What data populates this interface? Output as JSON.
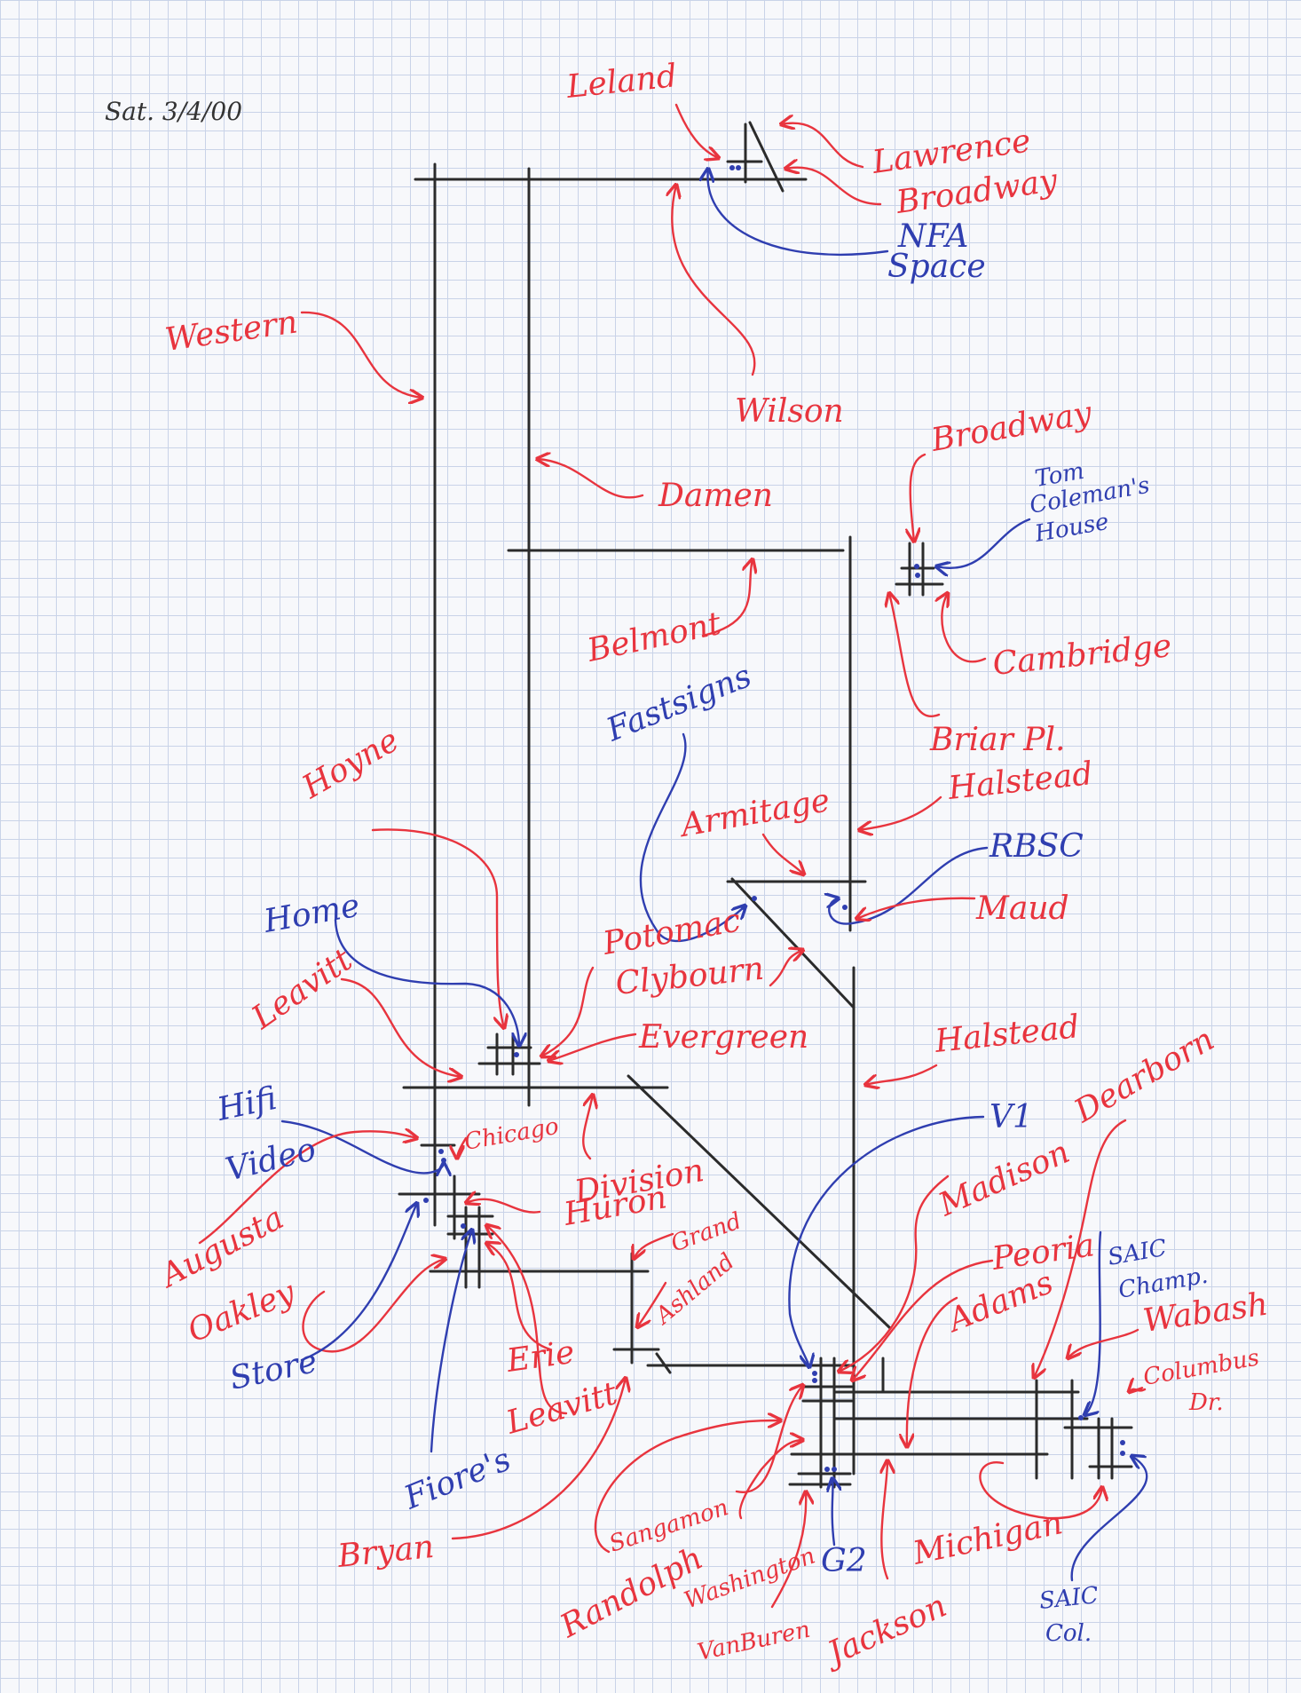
{
  "header": {
    "date": "Sat. 3/4/00"
  },
  "colors": {
    "street_label": "#e8343e",
    "place_label": "#2f3eb0",
    "street_line": "#2b2b2b"
  },
  "labels": {
    "leland": "Leland",
    "lawrence": "Lawrence",
    "broadway_top": "Broadway",
    "nfa_space_1": "NFA",
    "nfa_space_2": "Space",
    "western": "Western",
    "wilson": "Wilson",
    "damen": "Damen",
    "broadway_mid": "Broadway",
    "tom_colemans_1": "Tom",
    "tom_colemans_2": "Coleman's",
    "tom_colemans_3": "House",
    "belmont": "Belmont",
    "cambridge": "Cambridge",
    "fastsigns": "Fastsigns",
    "briar_pl": "Briar Pl.",
    "hoyne": "Hoyne",
    "halstead_top": "Halstead",
    "armitage": "Armitage",
    "rbsc": "RBSC",
    "maud": "Maud",
    "home": "Home",
    "potomac": "Potomac",
    "clybourn": "Clybourn",
    "leavitt_top": "Leavitt",
    "evergreen": "Evergreen",
    "halstead_bottom": "Halstead",
    "hifi_1": "Hifi",
    "hifi_2": "Video",
    "chicago": "Chicago",
    "v1": "V1",
    "dearborn": "Dearborn",
    "division": "Division",
    "madison": "Madison",
    "huron": "Huron",
    "augusta": "Augusta",
    "grand": "Grand",
    "ashland": "Ashland",
    "peoria": "Peoria",
    "saic_champ_1": "SAIC",
    "saic_champ_2": "Champ.",
    "adams": "Adams",
    "oakley": "Oakley",
    "wabash": "Wabash",
    "columbus_1": "Columbus",
    "columbus_2": "Dr.",
    "store": "Store",
    "erie": "Erie",
    "leavitt_bottom": "Leavitt",
    "fiores": "Fiore's",
    "sangamon": "Sangamon",
    "michigan": "Michigan",
    "bryan": "Bryan",
    "randolph": "Randolph",
    "washington": "Washington",
    "g2": "G2",
    "saic_col_1": "SAIC",
    "saic_col_2": "Col.",
    "vanburen": "VanBuren",
    "jackson": "Jackson"
  }
}
